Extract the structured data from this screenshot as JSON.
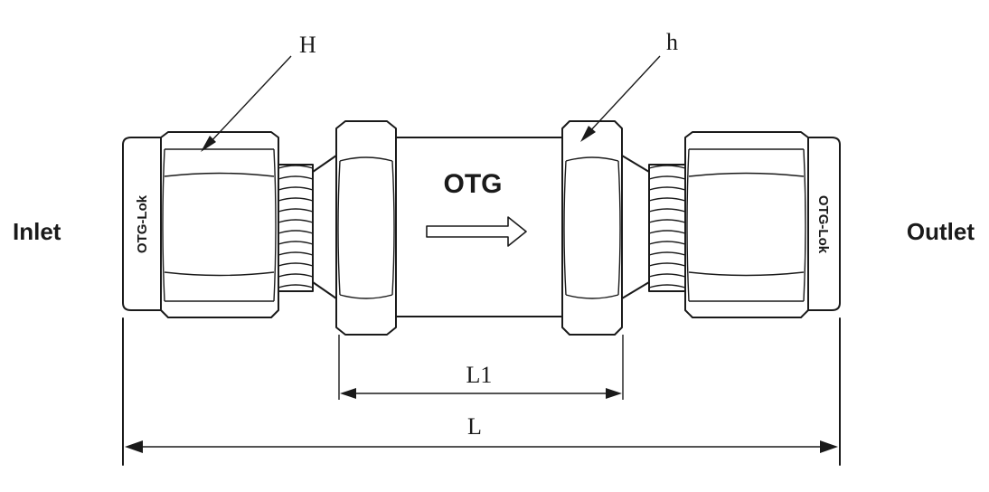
{
  "labels": {
    "inlet": "Inlet",
    "outlet": "Outlet",
    "brand": "OTG",
    "left_nut_stamp": "OTG-Lok",
    "right_nut_stamp": "OTG-Lok",
    "callout_big_hex": "H",
    "callout_small_hex": "h",
    "dim_inner": "L1",
    "dim_overall": "L"
  },
  "colors": {
    "line": "#1a1a1a",
    "background": "#ffffff"
  },
  "icons": {
    "flow_direction": "hollow-right-arrow"
  }
}
